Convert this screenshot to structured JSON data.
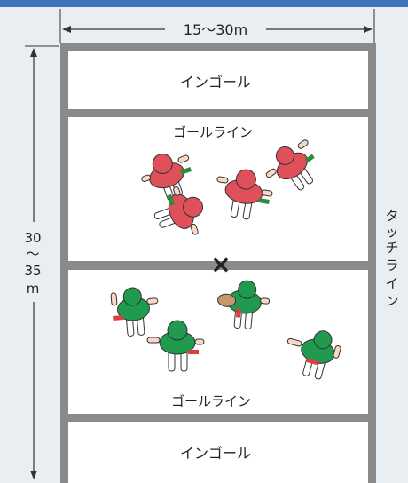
{
  "width_label": "15〜30m",
  "length_label": {
    "line1": "30",
    "line2": "〜",
    "line3": "35",
    "line4": "m"
  },
  "ingoal_top": "インゴール",
  "goal_line_top": "ゴールライン",
  "goal_line_bottom": "ゴールライン",
  "ingoal_bottom": "インゴール",
  "touch_line": [
    "タ",
    "ッ",
    "チ",
    "ラ",
    "イ",
    "ン"
  ],
  "center_marker": "×",
  "colors": {
    "accent_bar": "#3f74b8",
    "field_line": "#8a8a8a",
    "team_red": "#e0505a",
    "team_green": "#1f9a4e",
    "tag_red": "#d94040",
    "tag_green": "#2f8a3c"
  }
}
